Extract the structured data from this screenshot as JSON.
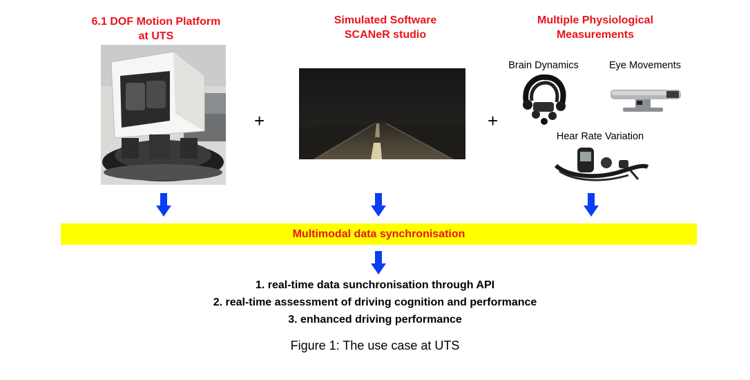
{
  "columns": [
    {
      "title_line1": "6.1 DOF Motion Platform",
      "title_line2": "at UTS"
    },
    {
      "title_line1": "Simulated Software",
      "title_line2": "SCANeR studio"
    },
    {
      "title_line1": "Multiple Physiological",
      "title_line2": "Measurements"
    }
  ],
  "operators": {
    "plus1": "+",
    "plus2": "+"
  },
  "physio_labels": {
    "brain": "Brain Dynamics",
    "eye": "Eye Movements",
    "heart": "Hear Rate Variation"
  },
  "sync_label": "Multimodal data synchronisation",
  "outcomes": [
    "1. real-time data sunchronisation through API",
    "2. real-time assessment of driving cognition and performance",
    "3. enhanced driving performance"
  ],
  "caption": "Figure 1: The use case at UTS",
  "colors": {
    "title_red": "#e8141b",
    "arrow_blue": "#0b3df5",
    "bar_yellow": "#ffff00"
  }
}
